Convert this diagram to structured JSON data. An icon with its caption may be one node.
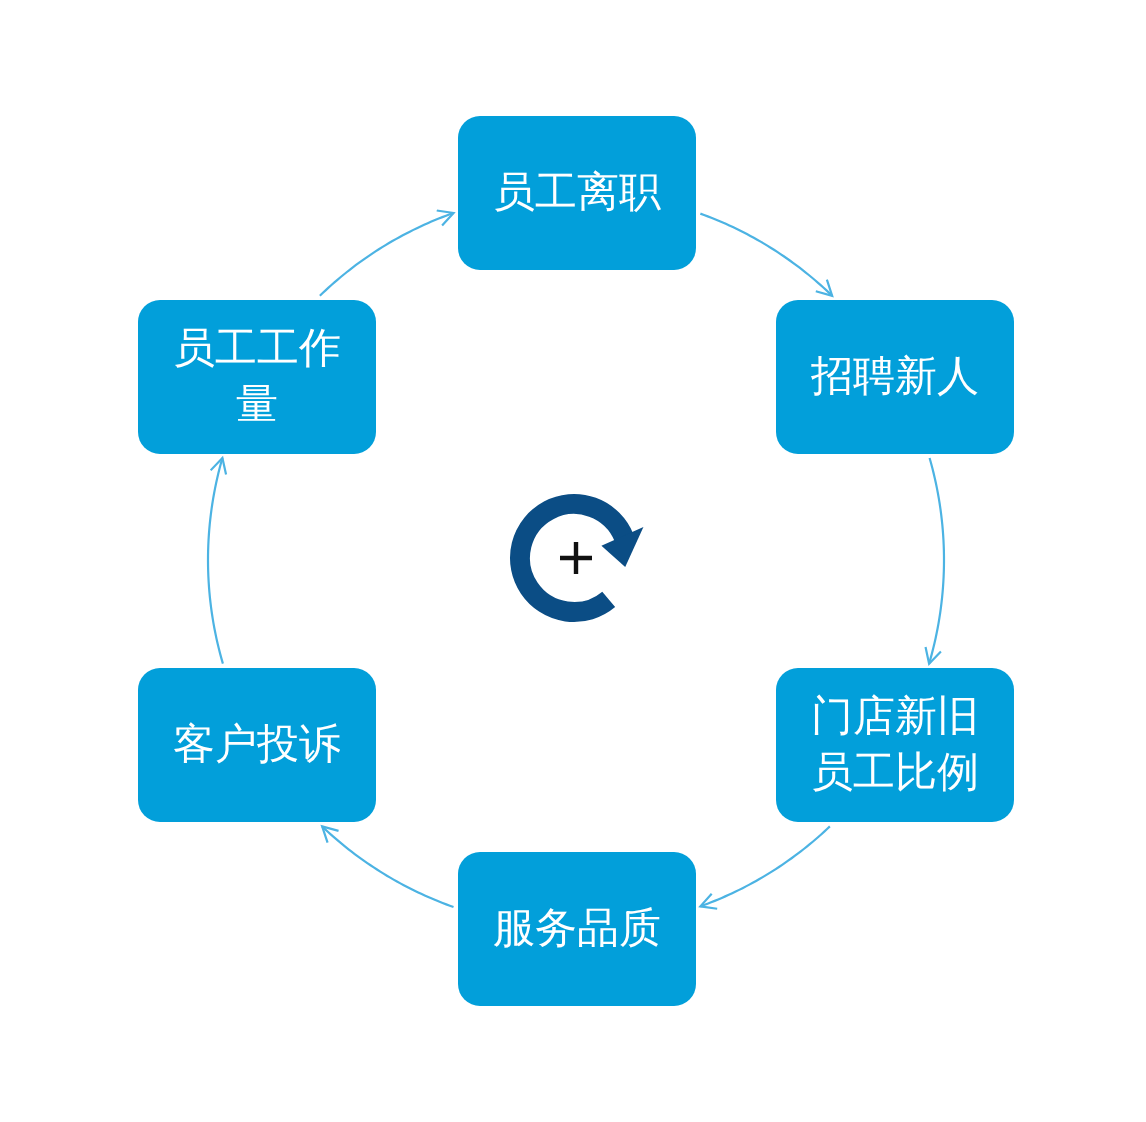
{
  "diagram": {
    "nodes": [
      {
        "text": [
          "员工离职"
        ]
      },
      {
        "text": [
          "招聘新人"
        ]
      },
      {
        "text": [
          "门店新旧员工比例"
        ]
      },
      {
        "text": [
          "服务品质"
        ]
      },
      {
        "text": [
          "客户投诉"
        ]
      },
      {
        "text": [
          "员工工作量"
        ]
      }
    ],
    "edges": [
      {
        "from": 0,
        "to": 1,
        "arrow": "to"
      },
      {
        "from": 1,
        "to": 2,
        "arrow": "to"
      },
      {
        "from": 2,
        "to": 3,
        "arrow": "to"
      },
      {
        "from": 3,
        "to": 4,
        "arrow": "to"
      },
      {
        "from": 4,
        "to": 5,
        "arrow": "to"
      },
      {
        "from": 5,
        "to": 0,
        "arrow": "to"
      }
    ]
  }
}
